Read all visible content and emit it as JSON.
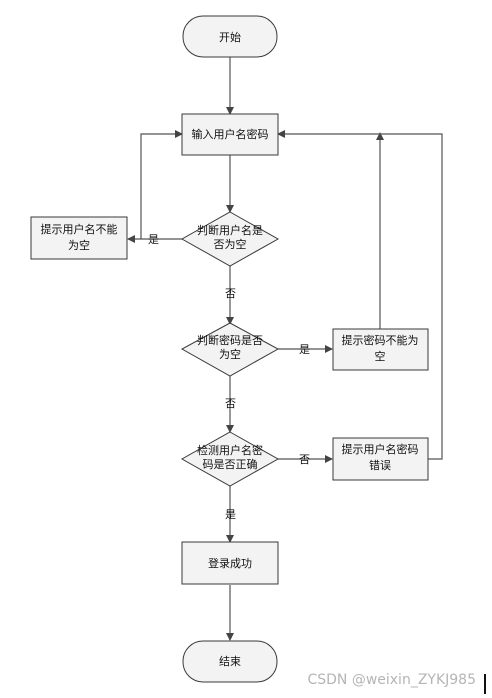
{
  "flowchart": {
    "start": "开始",
    "input": "输入用户名密码",
    "check_user": [
      "判断用户名是",
      "否为空"
    ],
    "user_empty": [
      "提示用户名不能",
      "为空"
    ],
    "check_pwd": [
      "判断密码是否",
      "为空"
    ],
    "pwd_empty": [
      "提示密码不能为",
      "空"
    ],
    "check_match": [
      "检测用户名密",
      "码是否正确"
    ],
    "wrong": [
      "提示用户名密码",
      "错误"
    ],
    "success": "登录成功",
    "end": "结束",
    "yes": "是",
    "no": "否"
  },
  "watermark": "CSDN @weixin_ZYKJ985",
  "colors": {
    "fill": "#f3f3f3",
    "stroke": "#3a3a3a",
    "line": "#555555"
  }
}
